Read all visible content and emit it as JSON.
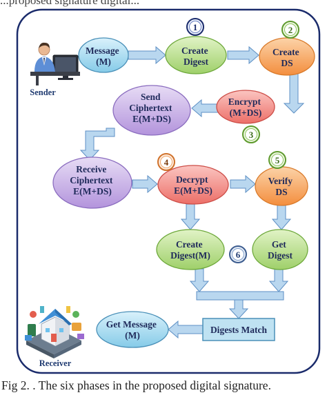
{
  "top_text": "...proposed signature digital...",
  "caption": "Fig 2. . The six phases in the proposed digital signature.",
  "actors": {
    "sender": "Sender",
    "receiver": "Receiver"
  },
  "nodes": {
    "message": [
      "Message",
      "(M)"
    ],
    "create_digest": [
      "Create",
      "Digest"
    ],
    "create_ds": [
      "Create",
      "DS"
    ],
    "encrypt": [
      "Encrypt",
      "(M+DS)"
    ],
    "send_ciphertext": [
      "Send",
      "Ciphertext",
      "E(M+DS)"
    ],
    "receive_ciphertext": [
      "Receive",
      "Ciphertext",
      "E(M+DS)"
    ],
    "decrypt": [
      "Decrypt",
      "E(M+DS)"
    ],
    "verify_ds": [
      "Verify",
      "DS"
    ],
    "create_digest_m": [
      "Create",
      "Digest(M)"
    ],
    "get_digest": [
      "Get",
      "Digest"
    ],
    "digests_match": [
      "Digests Match"
    ],
    "get_message": [
      "Get Message",
      "(M)"
    ]
  },
  "phases": [
    "1",
    "2",
    "3",
    "4",
    "5",
    "6"
  ],
  "colors": {
    "cyan": "#9fd8ee",
    "green": "#b3dc82",
    "orange": "#f7a35c",
    "red": "#f08a84",
    "purple": "#c5aee3",
    "digests_box": "#bfe2f2",
    "arrow": "#b9d7ef",
    "frame": "#1a2b6b"
  },
  "icons": [
    "sender-person-icon",
    "receiver-house-icon"
  ]
}
